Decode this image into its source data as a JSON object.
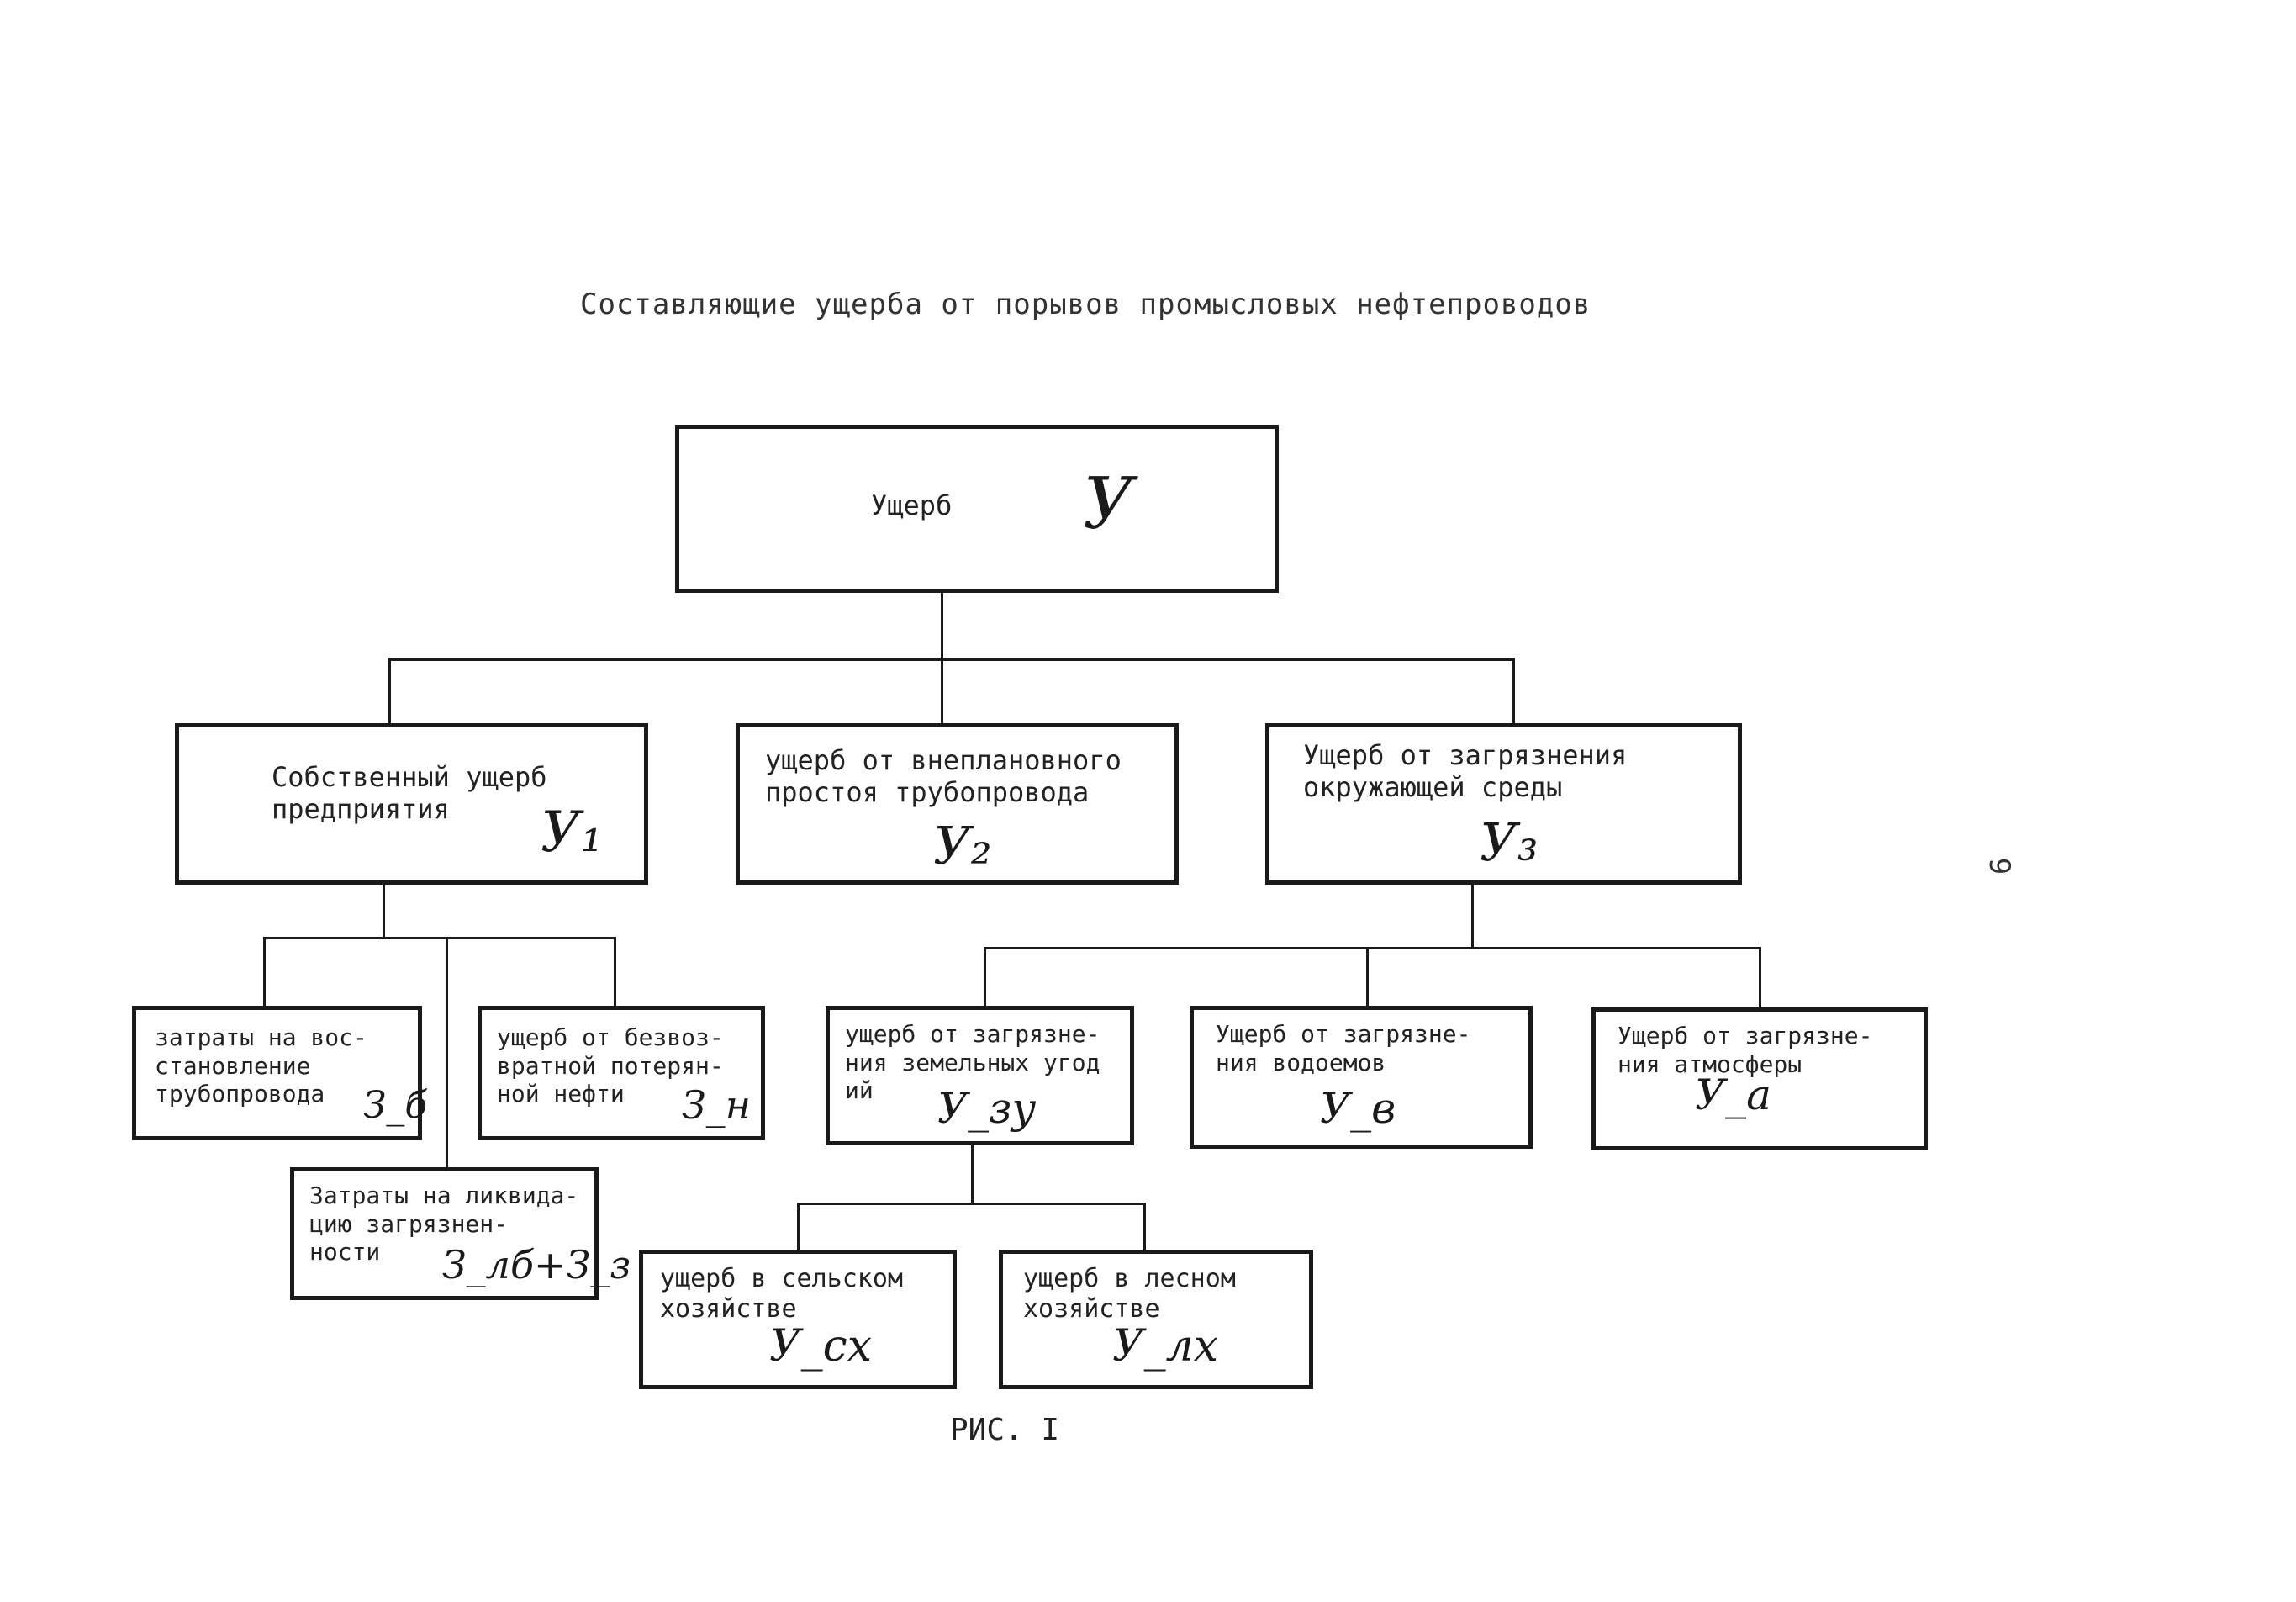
{
  "title": "Составляющие ущерба от порывов промысловых нефтепроводов",
  "caption": "РИС. I",
  "page_number": "9",
  "boxes": {
    "root": {
      "text": "Ущерб",
      "symbol": "У"
    },
    "own": {
      "text": "Собственный ущерб\nпредприятия",
      "symbol": "У₁"
    },
    "downtime": {
      "text": "ущерб от внеплановного\nпростоя трубопровода",
      "symbol": "У₂"
    },
    "env": {
      "text": "Ущерб от загрязнения\nокружающей среды",
      "symbol": "У₃"
    },
    "restore": {
      "text": "затраты на вос-\nстановление\nтрубопровода",
      "symbol": "З_б"
    },
    "oilloss": {
      "text": "ущерб от безвоз-\nвратной потерян-\nной нефти",
      "symbol": "З_н"
    },
    "liquidation": {
      "text": "Затраты на ликвида-\nцию загрязнен-\nности",
      "symbol": "З_лб+З_з"
    },
    "land": {
      "text": "ущерб от загрязне-\nния земельных угод\nий",
      "symbol": "У_зу"
    },
    "water": {
      "text": "Ущерб от загрязне-\nния водоемов",
      "symbol": "У_в"
    },
    "air": {
      "text": "Ущерб от загрязне-\nния атмосферы",
      "symbol": "У_а"
    },
    "agri": {
      "text": "ущерб в сельском\nхозяйстве",
      "symbol": "У_сх"
    },
    "forest": {
      "text": "ущерб в лесном\nхозяйстве",
      "symbol": "У_лх"
    }
  }
}
